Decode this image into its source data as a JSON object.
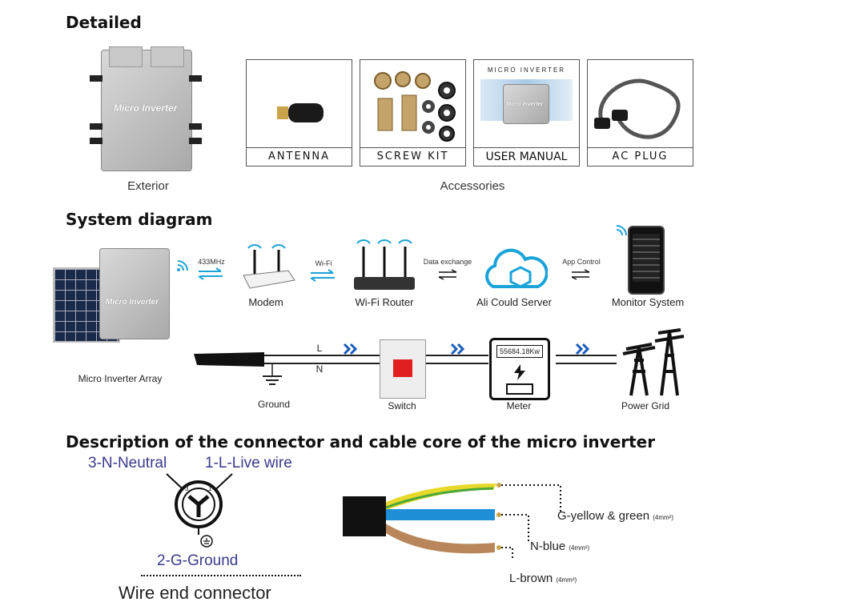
{
  "sections": {
    "detailed": "Detailed",
    "system_diagram": "System diagram",
    "description": "Description of the connector and cable core of the micro inverter"
  },
  "detailed": {
    "exterior_caption": "Exterior",
    "accessories_caption": "Accessories",
    "inverter_label": "Micro Inverter",
    "accessories": [
      {
        "label": "ANTENNA"
      },
      {
        "label": "SCREW KIT"
      },
      {
        "label": "USER MANUAL"
      },
      {
        "label": "AC PLUG"
      }
    ],
    "manual_header": "MICRO INVERTER"
  },
  "system": {
    "inverter_array": "Micro Inverter Array",
    "freq_433": "433MHz",
    "wifi": "Wi-Fi",
    "data_exchange": "Data exchange",
    "app_control": "App Control",
    "modem": "Modem",
    "router": "Wi-Fi Router",
    "server": "Ali Could Server",
    "monitor": "Monitor System",
    "line_L": "L",
    "line_N": "N",
    "ground": "Ground",
    "switch": "Switch",
    "meter": "Meter",
    "meter_display": "55684.18Kw",
    "power_grid": "Power Grid"
  },
  "connector": {
    "neutral": "3-N-Neutral",
    "live": "1-L-Live wire",
    "ground": "2-G-Ground",
    "caption": "Wire end connector",
    "pin_labels": [
      "3",
      "1"
    ]
  },
  "cable": {
    "yellow_green": "G-yellow & green",
    "yellow_green_size": "(4mm²)",
    "blue": "N-blue",
    "blue_size": "(4mm²)",
    "brown": "L-brown",
    "brown_size": "(4mm²)"
  },
  "colors": {
    "accent_blue": "#1aa3d9",
    "navy_text": "#3a3a8c",
    "wire_yellow": "#e8d82a",
    "wire_green": "#4aa83a",
    "wire_blue": "#1e8fd6",
    "wire_brown": "#b8865a",
    "switch_red": "#e02020"
  }
}
